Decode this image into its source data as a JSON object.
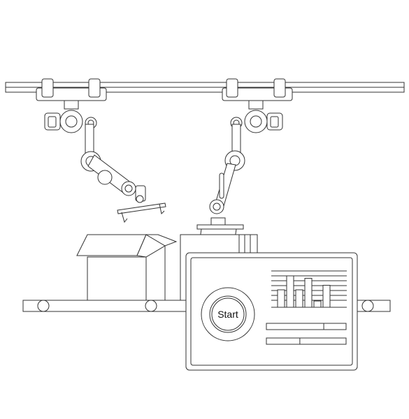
{
  "control_panel": {
    "start_label": "Start",
    "bar_chart_values": [
      0.5,
      0.9,
      0.5,
      0.83,
      0.18,
      0.63
    ],
    "progress_bars": [
      0.72,
      0.42
    ]
  },
  "colors": {
    "line": "#333333",
    "background": "#ffffff"
  }
}
